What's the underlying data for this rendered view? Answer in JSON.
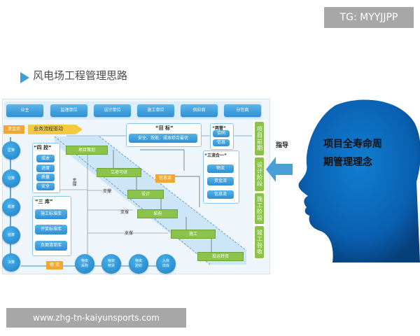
{
  "watermark_tg": "TG: MYYJJPP",
  "watermark_url": "www.zhg-tn-kaiyunsports.com",
  "title": "风电场工程管理思路",
  "stakeholders": [
    "业主",
    "监理单位",
    "设计单位",
    "施工单位",
    "供应商",
    "分包商"
  ],
  "left_tags": {
    "fund_flow": "资金流",
    "logistics": "物 流",
    "business_flow": "业务流程驱动"
  },
  "left_circles": [
    "匡算",
    "估算",
    "概算",
    "结算",
    "决算"
  ],
  "four_control": {
    "title": "“四 控”",
    "items": [
      "成本",
      "进度",
      "质量",
      "安全"
    ]
  },
  "three_libs": {
    "title": "“三 库”",
    "items": [
      "施工标准库",
      "评奖标准库",
      "负面清单库"
    ]
  },
  "goal": {
    "title": "“目 标”",
    "text": "安全、效能、成本综合最优"
  },
  "two_manage": {
    "title": "“两管”",
    "items": [
      "合同",
      "信息"
    ]
  },
  "three_flows": {
    "title": "“三流合一”",
    "items": [
      "物流",
      "资金流",
      "信息流"
    ]
  },
  "process_steps": [
    "项目策划",
    "立项可研",
    "设计",
    "采购",
    "施工",
    "投运转资"
  ],
  "support_label": "支撑",
  "info_flow_tag": "信息流",
  "bottom_circles": [
    "物资\n采购",
    "物资\n到货",
    "物资\n验收",
    "入库\n出库"
  ],
  "stages": [
    "项目前期",
    "设计阶段",
    "施工阶段",
    "竣工验收"
  ],
  "guide_label": "指导",
  "head_text_line1": "项目全寿命周",
  "head_text_line2": "期管理理念"
}
